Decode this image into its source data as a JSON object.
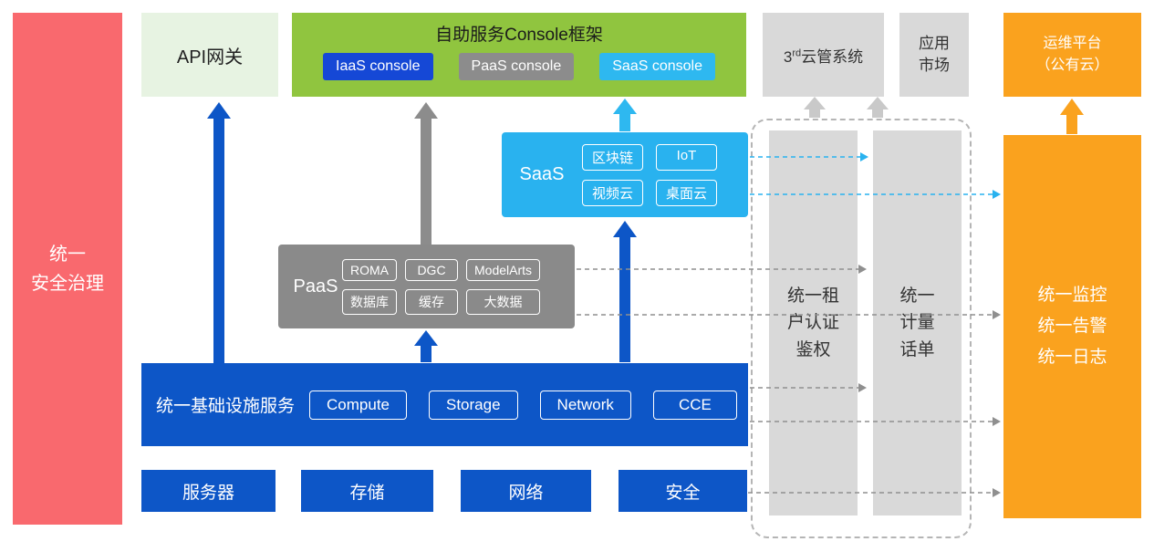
{
  "colors": {
    "blue": "#0d56c7",
    "cyan": "#29b2ef",
    "gray": "#8c8c8c",
    "light_gray": "#d9d9d9",
    "green": "#90c53f",
    "light_green": "#e7f3e2",
    "orange": "#faa21e",
    "red": "#f9696e"
  },
  "security_panel": {
    "label": "统一\n安全治理"
  },
  "api_gateway": {
    "label": "API网关"
  },
  "console_framework": {
    "title": "自助服务Console框架",
    "iaas_console": "IaaS console",
    "paas_console": "PaaS console",
    "saas_console": "SaaS console"
  },
  "third_party_cloud": {
    "num": "3",
    "sup": "rd",
    "rest": "云管系统"
  },
  "app_market": {
    "label": "应用\n市场"
  },
  "om_platform": {
    "label": "运维平台\n（公有云）"
  },
  "saas": {
    "label": "SaaS",
    "chips": [
      "区块链",
      "IoT",
      "视频云",
      "桌面云"
    ]
  },
  "paas": {
    "label": "PaaS",
    "chips": [
      "ROMA",
      "DGC",
      "ModelArts",
      "数据库",
      "缓存",
      "大数据"
    ]
  },
  "iaas": {
    "label": "统一基础设施服务",
    "chips": [
      "Compute",
      "Storage",
      "Network",
      "CCE"
    ]
  },
  "hardware": {
    "items": [
      "服务器",
      "存储",
      "网络",
      "安全"
    ]
  },
  "tenant_auth": {
    "label": "统一租\n户认证\n鉴权"
  },
  "metering": {
    "label": "统一\n计量\n话单"
  },
  "monitoring": {
    "label": "统一监控\n统一告警\n统一日志"
  }
}
